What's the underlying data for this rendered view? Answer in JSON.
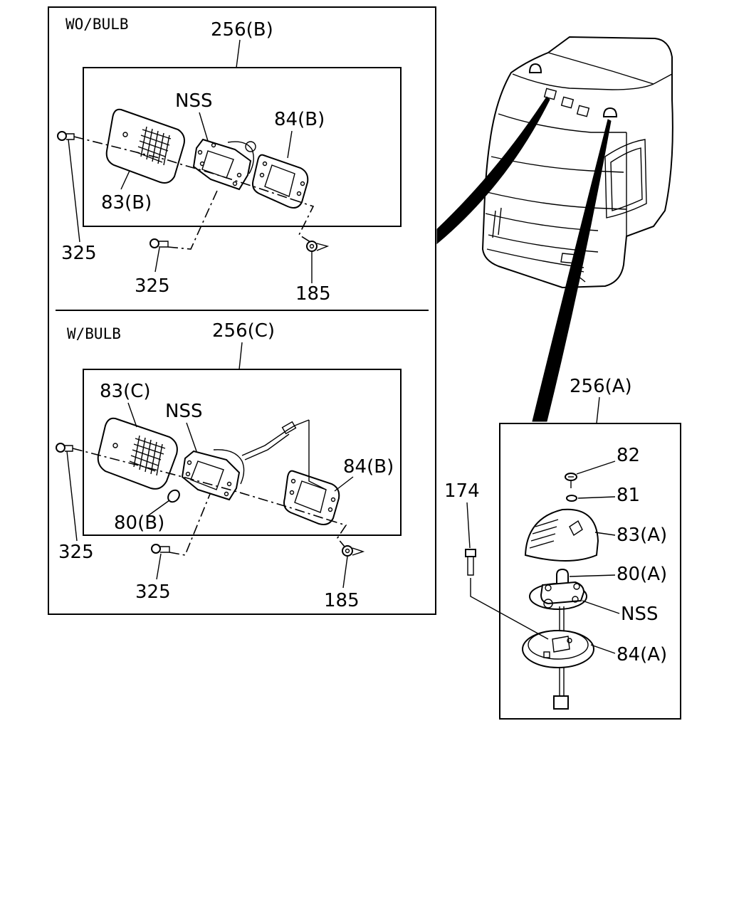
{
  "panels": {
    "without_bulb": {
      "section_label": "WO/BULB",
      "assembly": "256(B)",
      "lens": "83(B)",
      "housing": "NSS",
      "base": "84(B)",
      "screw_left": "325",
      "screw_bottom": "325",
      "clip": "185"
    },
    "with_bulb": {
      "section_label": "W/BULB",
      "assembly": "256(C)",
      "lens": "83(C)",
      "housing": "NSS",
      "base": "84(B)",
      "bulb": "80(B)",
      "screw_left": "325",
      "screw_bottom": "325",
      "clip": "185"
    },
    "roof_lamp": {
      "assembly": "256(A)",
      "screw": "82",
      "washer": "81",
      "lens": "83(A)",
      "bulb": "80(A)",
      "housing": "NSS",
      "base": "84(A)",
      "bolt": "174"
    }
  }
}
